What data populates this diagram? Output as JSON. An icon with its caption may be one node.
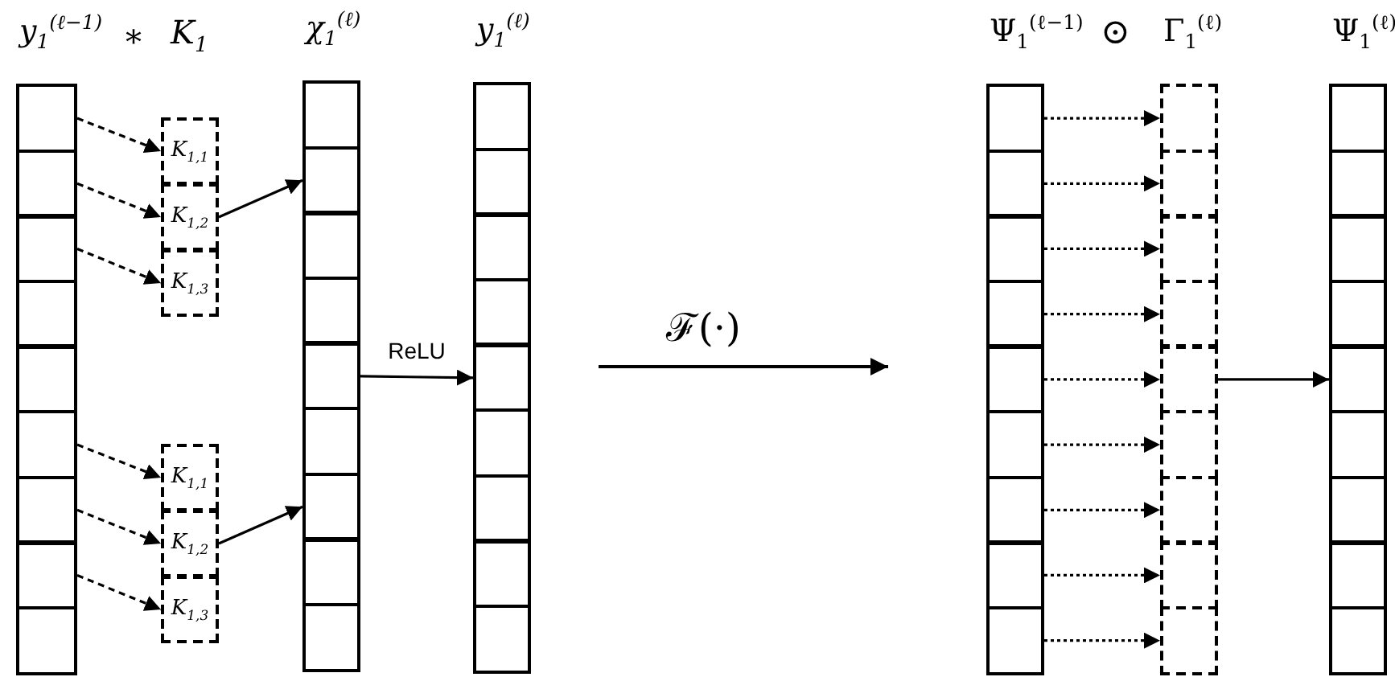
{
  "diagram": {
    "nodes": [
      {
        "text": [
          "y$_{1}$$^{(ℓ−1)}$"
        ]
      },
      {
        "text": [],
        "shape": "box",
        "in": 0
      },
      {
        "text": [],
        "shape": "box",
        "in": 0
      },
      {
        "text": [],
        "shape": "box",
        "in": 0
      },
      {
        "text": [],
        "shape": "box",
        "in": 0
      },
      {
        "text": [],
        "shape": "box",
        "in": 0
      },
      {
        "text": [],
        "shape": "box",
        "in": 0
      },
      {
        "text": [],
        "shape": "box",
        "in": 0
      },
      {
        "text": [],
        "shape": "box",
        "in": 0
      },
      {
        "text": [],
        "shape": "box",
        "in": 0
      },
      {
        "text": [
          "K$_{1,1}$"
        ]
      },
      {
        "text": [
          "K$_{1,2}$"
        ]
      },
      {
        "text": [
          "K$_{1,3}$"
        ]
      },
      {
        "text": [
          "K$_{1,1}$"
        ]
      },
      {
        "text": [
          "K$_{1,2}$"
        ]
      },
      {
        "text": [
          "K$_{1,3}$"
        ]
      },
      {
        "text": [
          "χ$_{1}$$^{(ℓ)}$"
        ]
      },
      {
        "text": [],
        "shape": "box",
        "in": 16
      },
      {
        "text": [],
        "shape": "box",
        "in": 16
      },
      {
        "text": [],
        "shape": "box",
        "in": 16
      },
      {
        "text": [],
        "shape": "box",
        "in": 16
      },
      {
        "text": [],
        "shape": "box",
        "in": 16
      },
      {
        "text": [],
        "shape": "box",
        "in": 16
      },
      {
        "text": [],
        "shape": "box",
        "in": 16
      },
      {
        "text": [],
        "shape": "box",
        "in": 16
      },
      {
        "text": [],
        "shape": "box",
        "in": 16
      },
      {
        "text": [
          "y$_{1}$$^{(ℓ)}$"
        ]
      },
      {
        "text": [],
        "shape": "box",
        "in": 26
      },
      {
        "text": [],
        "shape": "box",
        "in": 26
      },
      {
        "text": [],
        "shape": "box",
        "in": 26
      },
      {
        "text": [],
        "shape": "box",
        "in": 26
      },
      {
        "text": [],
        "shape": "box",
        "in": 26
      },
      {
        "text": [],
        "shape": "box",
        "in": 26
      },
      {
        "text": [],
        "shape": "box",
        "in": 26
      },
      {
        "text": [],
        "shape": "box",
        "in": 26
      },
      {
        "text": [],
        "shape": "box",
        "in": 26
      },
      {
        "text": [
          "Ψ$_{1}$$^{(ℓ−1)}$"
        ]
      },
      {
        "text": [],
        "shape": "box",
        "in": 36
      },
      {
        "text": [],
        "shape": "box",
        "in": 36
      },
      {
        "text": [],
        "shape": "box",
        "in": 36
      },
      {
        "text": [],
        "shape": "box",
        "in": 36
      },
      {
        "text": [],
        "shape": "box",
        "in": 36
      },
      {
        "text": [],
        "shape": "box",
        "in": 36
      },
      {
        "text": [],
        "shape": "box",
        "in": 36
      },
      {
        "text": [],
        "shape": "box",
        "in": 36
      },
      {
        "text": [],
        "shape": "box",
        "in": 36
      },
      {
        "text": [
          "Γ$_{1}$$^{(ℓ)}$"
        ]
      },
      {
        "text": [],
        "shape": "box",
        "in": 46
      },
      {
        "text": [],
        "shape": "box",
        "in": 46
      },
      {
        "text": [],
        "shape": "box",
        "in": 46
      },
      {
        "text": [],
        "shape": "box",
        "in": 46
      },
      {
        "text": [],
        "shape": "box",
        "in": 46
      },
      {
        "text": [],
        "shape": "box",
        "in": 46
      },
      {
        "text": [],
        "shape": "box",
        "in": 46
      },
      {
        "text": [],
        "shape": "box",
        "in": 46
      },
      {
        "text": [],
        "shape": "box",
        "in": 46
      },
      {
        "text": [
          "Ψ$_{1}$$^{(ℓ)}$"
        ]
      },
      {
        "text": [],
        "shape": "box",
        "in": 56
      },
      {
        "text": [],
        "shape": "box",
        "in": 56
      },
      {
        "text": [],
        "shape": "box",
        "in": 56
      },
      {
        "text": [],
        "shape": "box",
        "in": 56
      },
      {
        "text": [],
        "shape": "box",
        "in": 56
      },
      {
        "text": [],
        "shape": "box",
        "in": 56
      },
      {
        "text": [],
        "shape": "box",
        "in": 56
      },
      {
        "text": [],
        "shape": "box",
        "in": 56
      },
      {
        "text": [],
        "shape": "box",
        "in": 56
      }
    ],
    "edges": [
      {
        "from": 1,
        "to": 10,
        "arrow": "to",
        "style": "dashed"
      },
      {
        "from": 2,
        "to": 11,
        "arrow": "to",
        "style": "dashed"
      },
      {
        "from": 3,
        "to": 12,
        "arrow": "to",
        "style": "dashed"
      },
      {
        "from": 6,
        "to": 13,
        "arrow": "to",
        "style": "dashed"
      },
      {
        "from": 7,
        "to": 14,
        "arrow": "to",
        "style": "dashed"
      },
      {
        "from": 8,
        "to": 15,
        "arrow": "to",
        "style": "dashed"
      },
      {
        "from": 11,
        "to": 18,
        "arrow": "to"
      },
      {
        "from": 14,
        "to": 23,
        "arrow": "to"
      },
      {
        "from": 21,
        "to": 31,
        "arrow": "to",
        "label": "ReLU"
      },
      {
        "from": 37,
        "to": 47,
        "arrow": "to",
        "style": "dashed"
      },
      {
        "from": 38,
        "to": 48,
        "arrow": "to",
        "style": "dashed"
      },
      {
        "from": 39,
        "to": 49,
        "arrow": "to",
        "style": "dashed"
      },
      {
        "from": 40,
        "to": 50,
        "arrow": "to",
        "style": "dashed"
      },
      {
        "from": 41,
        "to": 51,
        "arrow": "to",
        "style": "dashed"
      },
      {
        "from": 42,
        "to": 52,
        "arrow": "to",
        "style": "dashed"
      },
      {
        "from": 43,
        "to": 53,
        "arrow": "to",
        "style": "dashed"
      },
      {
        "from": 44,
        "to": 54,
        "arrow": "to",
        "style": "dashed"
      },
      {
        "from": 45,
        "to": 55,
        "arrow": "to",
        "style": "dashed"
      },
      {
        "from": 51,
        "to": 61,
        "arrow": "to"
      }
    ],
    "labels": [
      "*",
      "K$_{1}$",
      "⊙",
      "ℱ(·)"
    ]
  }
}
